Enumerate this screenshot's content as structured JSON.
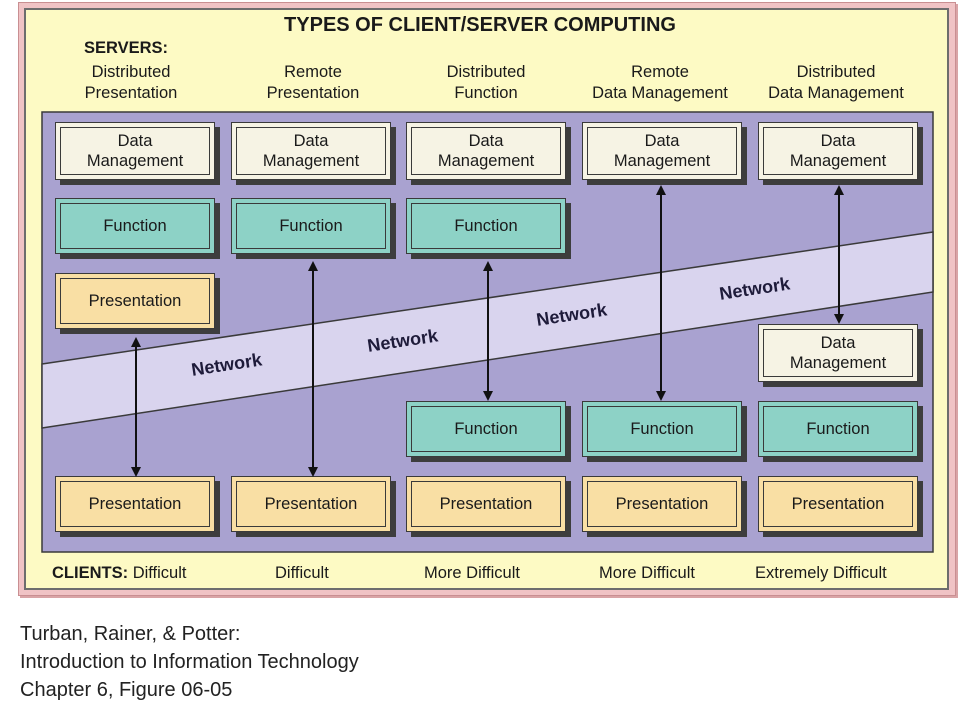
{
  "title": "TYPES OF CLIENT/SERVER COMPUTING",
  "servers_label": "SERVERS:",
  "columns": [
    {
      "line1": "Distributed",
      "line2": "Presentation"
    },
    {
      "line1": "Remote",
      "line2": "Presentation"
    },
    {
      "line1": "Distributed",
      "line2": "Function"
    },
    {
      "line1": "Remote",
      "line2": "Data Management"
    },
    {
      "line1": "Distributed",
      "line2": "Data Management"
    }
  ],
  "box_labels": {
    "data_line1": "Data",
    "data_line2": "Management",
    "function": "Function",
    "presentation": "Presentation"
  },
  "network_label": "Network",
  "clients_label": "CLIENTS:",
  "clients": [
    "Difficult",
    "Difficult",
    "More Difficult",
    "More Difficult",
    "Extremely Difficult"
  ],
  "caption": {
    "line1": "Turban, Rainer, & Potter:",
    "line2": "Introduction to Information Technology",
    "line3": "Chapter 6, Figure 06-05"
  },
  "colors": {
    "outer_frame": "#f0c3c5",
    "panel": "#fdfac4",
    "band": "#a9a2d0",
    "network_band": "#d9d4ee",
    "data_box": "#f6f3e4",
    "function_box": "#8dd2c6",
    "presentation_box": "#f9dfa4"
  }
}
